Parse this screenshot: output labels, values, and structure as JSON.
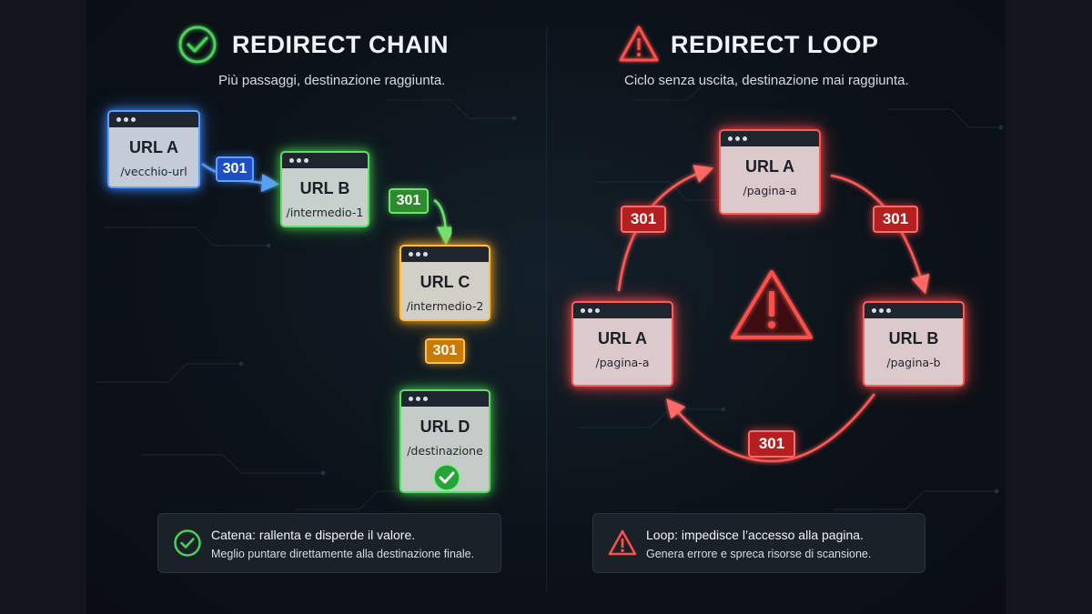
{
  "chain": {
    "title": "REDIRECT CHAIN",
    "subtitle": "Più passaggi, destinazione raggiunta.",
    "nodes": [
      {
        "name": "URL A",
        "path": "/vecchio-url"
      },
      {
        "name": "URL B",
        "path": "/intermedio-1"
      },
      {
        "name": "URL C",
        "path": "/intermedio-2"
      },
      {
        "name": "URL D",
        "path": "/destinazione"
      }
    ],
    "badges": [
      "301",
      "301",
      "301"
    ],
    "note": {
      "line1": "Catena: rallenta e disperde il valore.",
      "line2": "Meglio puntare direttamente alla destinazione finale."
    }
  },
  "loop": {
    "title": "REDIRECT LOOP",
    "subtitle": "Ciclo senza uscita, destinazione mai raggiunta.",
    "nodes": [
      {
        "name": "URL A",
        "path": "/pagina-a"
      },
      {
        "name": "URL A",
        "path": "/pagina-a"
      },
      {
        "name": "URL B",
        "path": "/pagina-b"
      }
    ],
    "badges": [
      "301",
      "301",
      "301"
    ],
    "note": {
      "line1": "Loop: impedisce l’accesso alla pagina.",
      "line2": "Genera errore e spreca risorse di scansione."
    }
  },
  "colors": {
    "blue": "#3b82f6",
    "green": "#3fbf4a",
    "orange": "#f5a524",
    "red": "#ef4444"
  },
  "icons": {
    "chain_title": "check-circle-icon",
    "loop_title": "warning-triangle-icon",
    "final_node": "check-circle-icon",
    "loop_center": "warning-triangle-icon"
  }
}
